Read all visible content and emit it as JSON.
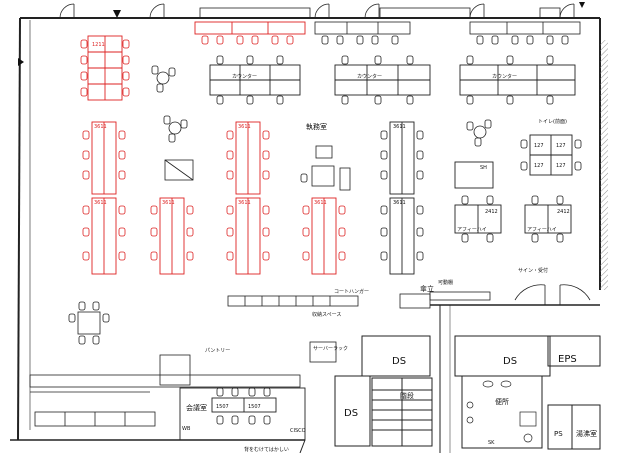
{
  "labels": {
    "main_room": "執務室",
    "counter": "カウンター",
    "sign_reception": "サイン・受付",
    "sun_stand": "傘立",
    "movable_shelf": "可動棚",
    "coat_hanger": "コートハンガー",
    "storage_space": "収納スペース",
    "pantry": "パントリー",
    "server_rack": "サーバーラック",
    "meeting_room": "会議室",
    "ds": "DS",
    "eps": "EPS",
    "ps": "PS",
    "toilet": "便所",
    "cleaning_room": "湯沸室",
    "stairs": "階段",
    "cisco": "CISCO",
    "bottom_note": "背をむけてはかしい",
    "sh": "SH",
    "sk": "SK",
    "desk_code": "3611",
    "desk_code_b": "127",
    "desk_code_c": "2412",
    "desk_code_d": "1211",
    "wb": "WB",
    "meeting_desk": "1507",
    "afuri": "アフィーハイ",
    "toilet_small": "トイレ(前面)"
  },
  "colors": {
    "wall": "#222222",
    "red_furniture": "#d22222",
    "hatch": "#888888"
  }
}
